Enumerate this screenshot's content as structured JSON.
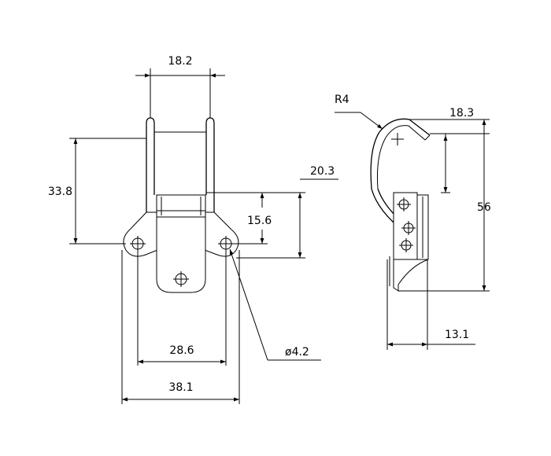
{
  "front_view": {
    "dim_top_width": "18.2",
    "dim_height": "33.8",
    "dim_total_height": "20.3",
    "dim_hole_offset": "15.6",
    "dim_inner_width": "28.6",
    "dim_outer_width": "38.1",
    "dim_hole_dia": "ø4.2"
  },
  "side_view": {
    "dim_radius": "R4",
    "dim_hook_width": "18.3",
    "dim_total_height": "56",
    "dim_plate_width": "13.1"
  }
}
